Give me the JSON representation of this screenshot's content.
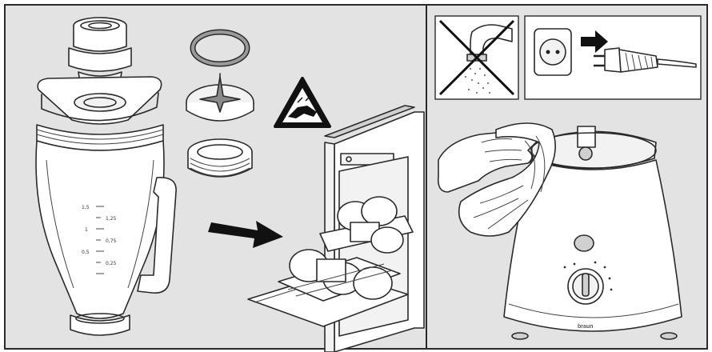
{
  "icons": {
    "no_water": "no-water-under-tap-icon",
    "unplug": "unplug-from-socket-icon",
    "blade_warning": "sharp-blade-warning-icon",
    "arrow": "move-to-dishwasher-arrow-icon"
  },
  "appliance": {
    "brand": "braun",
    "jug_scale": [
      "1,5",
      "1",
      "0,5",
      "1,25",
      "0,75",
      "0,25"
    ]
  },
  "colors": {
    "panel_background": "#e3e3e3",
    "border": "#2a2a2a",
    "warning_black": "#111111"
  }
}
